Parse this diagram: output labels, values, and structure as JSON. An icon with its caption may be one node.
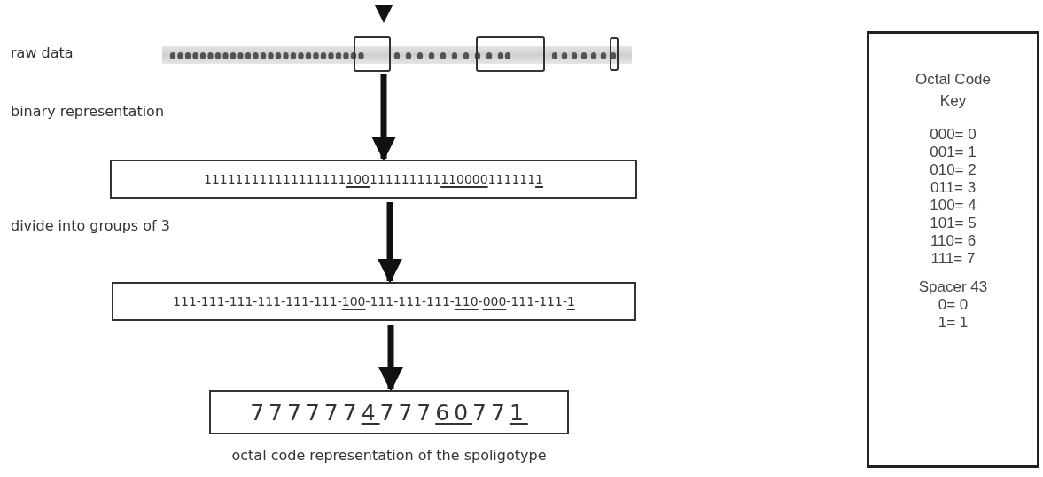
{
  "diagram": {
    "nodes": [
      {
        "text": [],
        "shape": "picture"
      },
      {
        "text": [
          "1111111111111111111001111111111100001111111"
        ]
      },
      {
        "text": [
          "111-111-111-111-111-111-100-111-111-111-110-000-111-111-1"
        ]
      },
      {
        "text": [
          "777777477760771"
        ],
        "beside": [
          "octal code representation of the spoligotype"
        ]
      },
      {
        "text": [
          "Octal Code Key",
          "000= 0",
          "001= 1",
          "010= 2",
          "011= 3",
          "100= 4",
          "101= 5",
          "110= 6",
          "111= 7",
          "Spacer 43",
          "0= 0",
          "1= 1"
        ]
      }
    ],
    "edges": [
      {
        "from": 0,
        "to": 1,
        "arrow": "to"
      },
      {
        "from": 1,
        "to": 2,
        "arrow": "to"
      },
      {
        "from": 2,
        "to": 3,
        "arrow": "to"
      }
    ],
    "labels": [
      "raw data",
      "binary representation",
      "divide into groups of 3"
    ]
  }
}
